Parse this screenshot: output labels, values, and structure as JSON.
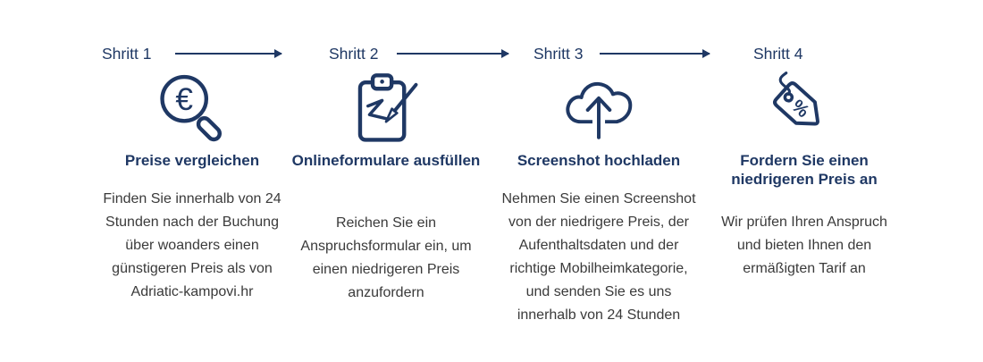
{
  "colors": {
    "navy": "#1F3864",
    "body_text": "#3A3A3A",
    "background": "#FFFFFF"
  },
  "steps": [
    {
      "label": "Shritt 1",
      "icon": "magnifier-euro-icon",
      "icon_glyph": "€",
      "title_lines": [
        "Preise vergleichen"
      ],
      "body_lines": [
        "Finden Sie innerhalb von 24",
        "Stunden nach der Buchung",
        "über woanders einen",
        "günstigeren Preis als von",
        "Adriatic-kampovi.hr"
      ]
    },
    {
      "label": "Shritt 2",
      "icon": "clipboard-pen-icon",
      "title_lines": [
        "Onlineformulare ausfüllen"
      ],
      "body_lines": [
        "Reichen Sie ein",
        "Anspruchsformular ein, um",
        "einen niedrigeren Preis",
        "anzufordern"
      ]
    },
    {
      "label": "Shritt 3",
      "icon": "cloud-upload-icon",
      "title_lines": [
        "Screenshot hochladen"
      ],
      "body_lines": [
        "Nehmen Sie einen Screenshot",
        "von der niedrigere Preis, der",
        "Aufenthaltsdaten und der",
        "richtige Mobilheimkategorie,",
        "und senden Sie es uns",
        "innerhalb von 24 Stunden"
      ]
    },
    {
      "label": "Shritt 4",
      "icon": "price-tag-percent-icon",
      "icon_glyph": "%",
      "title_lines": [
        "Fordern Sie einen",
        "niedrigeren Preis an"
      ],
      "body_lines": [
        "Wir prüfen Ihren Anspruch",
        "und bieten Ihnen den",
        "ermäßigten Tarif an"
      ]
    }
  ]
}
